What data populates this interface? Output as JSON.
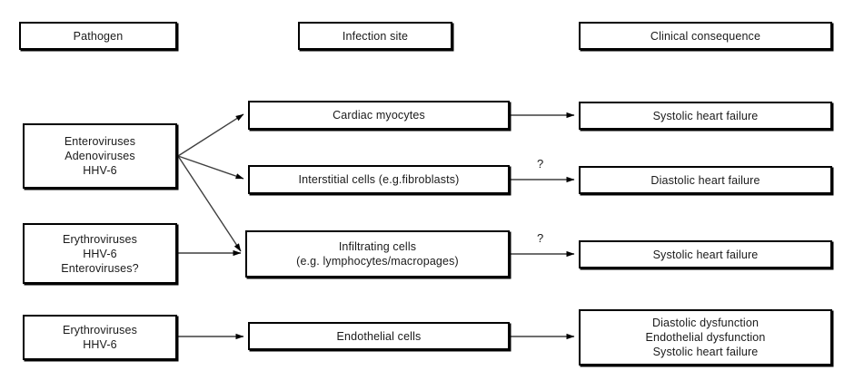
{
  "diagram": {
    "title": "Pathogen to infection site to clinical consequence flowchart",
    "type": "flowchart",
    "background_color": "#ffffff",
    "box_border_color": "#000000",
    "text_color": "#1a1a1a",
    "arrow_color": "#3f3f3f"
  },
  "headers": [
    {
      "id": "pathogen",
      "label": "Pathogen"
    },
    {
      "id": "infection-site",
      "label": "Infection site"
    },
    {
      "id": "clinical-consequence",
      "label": "Clinical consequence"
    }
  ],
  "pathogens": [
    {
      "id": "pathogen-group-1",
      "lines": [
        "Enteroviruses",
        "Adenoviruses",
        "HHV-6"
      ]
    },
    {
      "id": "pathogen-group-2",
      "lines": [
        "Erythroviruses",
        "HHV-6",
        "Enteroviruses?"
      ]
    },
    {
      "id": "pathogen-group-3",
      "lines": [
        "Erythroviruses",
        "HHV-6"
      ]
    }
  ],
  "infection_sites": [
    {
      "id": "cardiac-myocytes",
      "lines": [
        "Cardiac myocytes"
      ]
    },
    {
      "id": "interstitial-cells",
      "lines": [
        "Interstitial  cells (e.g.fibroblasts)"
      ]
    },
    {
      "id": "infiltrating-cells",
      "lines": [
        "Infiltrating  cells",
        "(e.g. lymphocytes/macropages)"
      ]
    },
    {
      "id": "endothelial-cells",
      "lines": [
        "Endothelial cells"
      ]
    }
  ],
  "consequences": [
    {
      "id": "systolic-heart-failure-1",
      "lines": [
        "Systolic heart failure"
      ]
    },
    {
      "id": "diastolic-heart-failure",
      "lines": [
        "Diastolic heart failure"
      ]
    },
    {
      "id": "systolic-heart-failure-2",
      "lines": [
        "Systolic heart failure"
      ]
    },
    {
      "id": "endothelial-consequences",
      "lines": [
        "Diastolic dysfunction",
        "Endothelial dysfunction",
        "Systolic heart failure"
      ]
    }
  ],
  "uncertainty_markers": [
    {
      "id": "interstitial-to-diastolic",
      "label": "?"
    },
    {
      "id": "infiltrating-to-systolic",
      "label": "?"
    }
  ]
}
